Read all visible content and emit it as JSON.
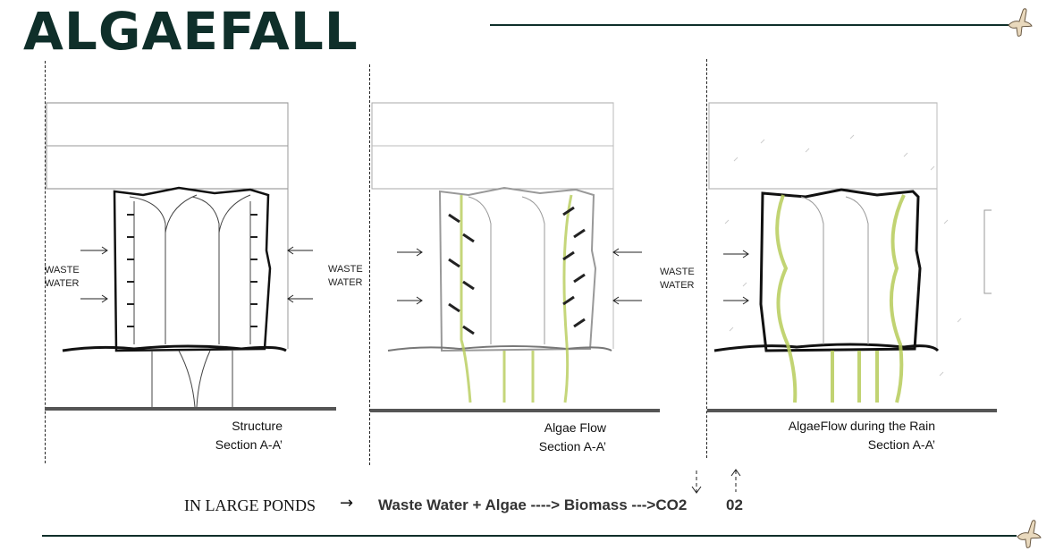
{
  "header": {
    "title": "ALGAEFALL"
  },
  "panels": [
    {
      "left_label": "WASTE\nWATER",
      "caption_line1": "Structure",
      "caption_line2": "Section A-A’"
    },
    {
      "right_label": "WASTE\nWATER",
      "caption_line1": "Algae Flow",
      "caption_line2": "Section A-A’"
    },
    {
      "right_label": "WASTE\nWATER",
      "caption_line1": "AlgaeFlow during the Rain",
      "caption_line2": "Section A-A’"
    }
  ],
  "process": {
    "context": "IN LARGE PONDS",
    "arrow": "→",
    "formula": "Waste Water + Algae ----> Biomass --->CO2",
    "output": "02"
  },
  "colors": {
    "brand": "#0f2f2a",
    "algae": "#b7cc5a",
    "line": "#333333"
  },
  "icons": [
    "bird-icon",
    "bird-icon"
  ]
}
